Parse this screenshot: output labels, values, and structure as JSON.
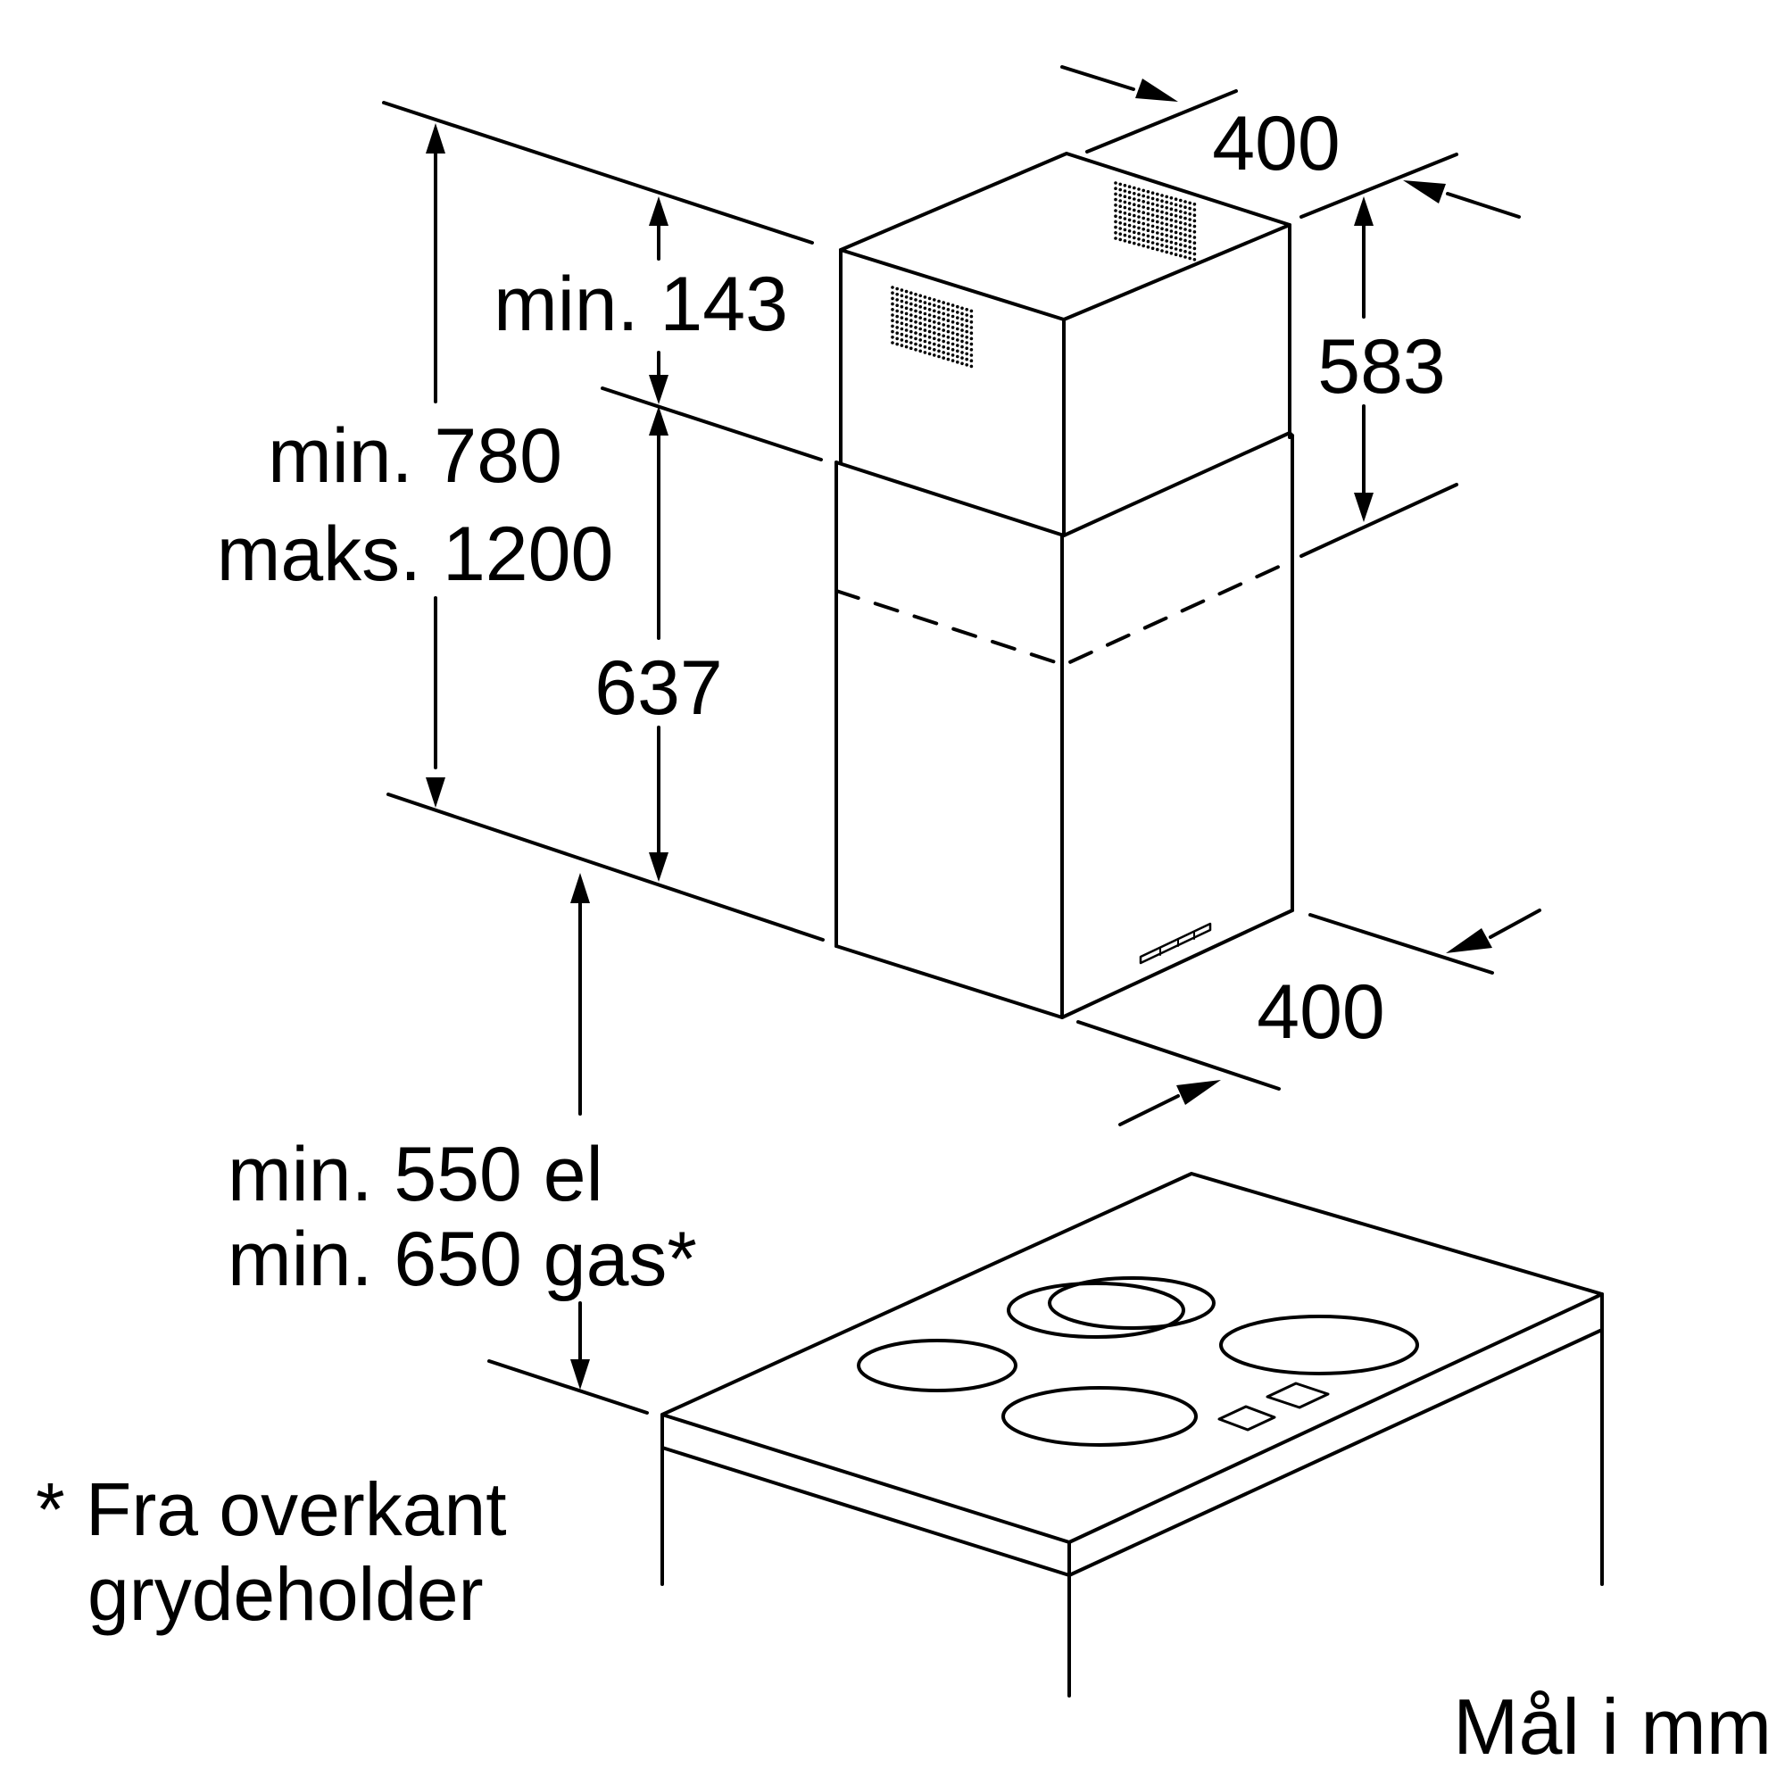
{
  "dimensions": {
    "width_top": "400",
    "depth_bottom": "400",
    "upper_chimney_height": "583",
    "lower_section_height": "637",
    "gap_min": "min. 143",
    "total_height_min": "min. 780",
    "total_height_max": "maks. 1200",
    "clearance_electric": "min. 550 el",
    "clearance_gas": "min. 650 gas*"
  },
  "footnote": {
    "line1": "* Fra overkant",
    "line2": "grydeholder"
  },
  "units_note": "Mål i mm"
}
